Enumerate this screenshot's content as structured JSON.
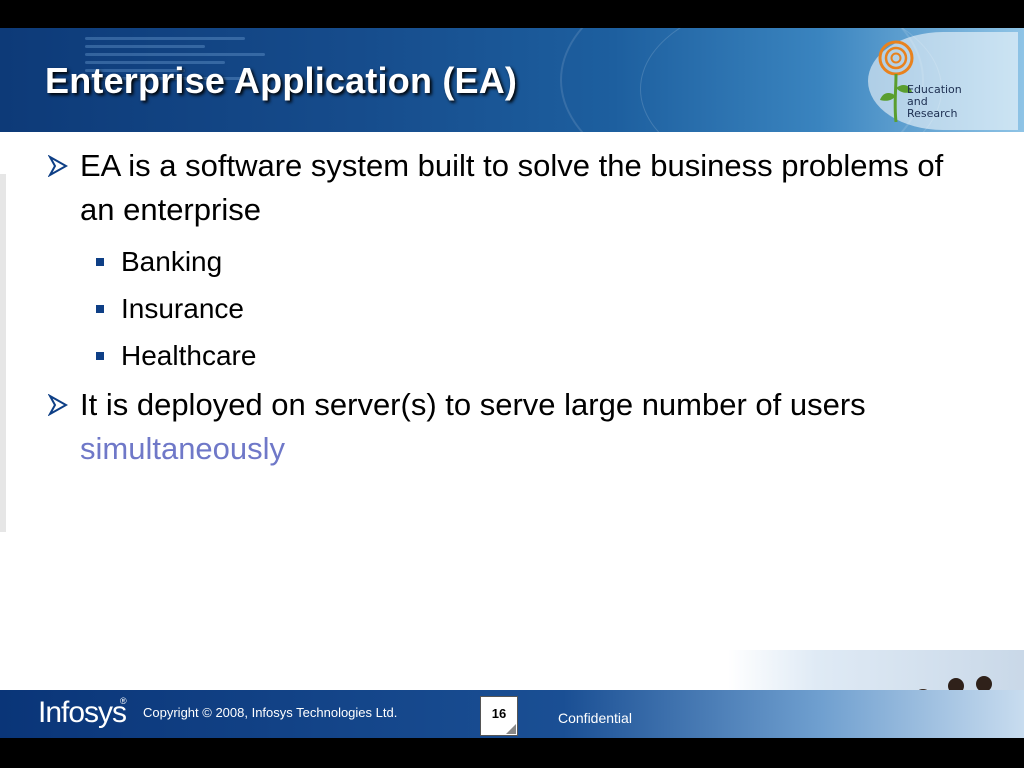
{
  "slide": {
    "title": "Enterprise Application (EA)",
    "logo": {
      "line1": "Education",
      "line2": "and",
      "line3": "Research"
    },
    "bullets": [
      {
        "text": "EA is a software system built to solve the business problems of an enterprise"
      },
      {
        "text_plain": "It is deployed on server(s) to serve large number of users ",
        "text_accent": "simultaneously"
      }
    ],
    "sub_bullets": [
      "Banking",
      "Insurance",
      "Healthcare"
    ]
  },
  "footer": {
    "brand": "Infosys",
    "registered": "®",
    "copyright": "Copyright © 2008, Infosys Technologies Ltd.",
    "page_number": "16",
    "confidential": "Confidential"
  },
  "colors": {
    "header_dark": "#0d3a78",
    "accent_text": "#6f78c8",
    "bullet_square": "#0e3f86"
  }
}
